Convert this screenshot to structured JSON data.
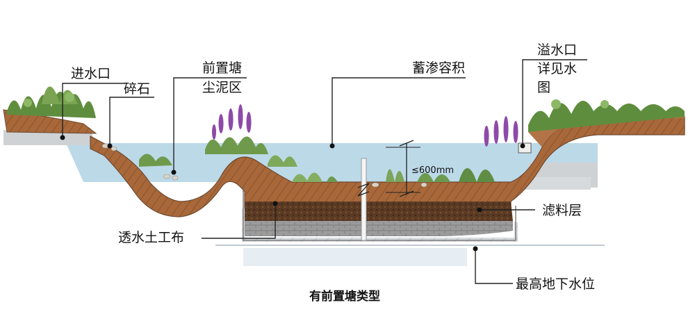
{
  "labels": {
    "inlet": "进水口",
    "gravel": "碎石",
    "forebay_line1": "前置塘",
    "forebay_line2": "尘泥区",
    "storage_volume": "蓄渗容积",
    "overflow_line1": "溢水口",
    "overflow_line2": "详见水",
    "overflow_line3": "图",
    "depth": "≤600mm",
    "filter_layer": "滤料层",
    "geotextile": "透水土工布",
    "groundwater": "最高地下水位"
  },
  "caption": "有前置塘类型",
  "colors": {
    "water": "#bcd9e8",
    "soil": "#a8683a",
    "soil_dark": "#6e4a30",
    "filter": "#5b3a24",
    "gravel_base": "#8f8f8f",
    "concrete": "#c9cccf",
    "grass": "#6c9a48"
  }
}
